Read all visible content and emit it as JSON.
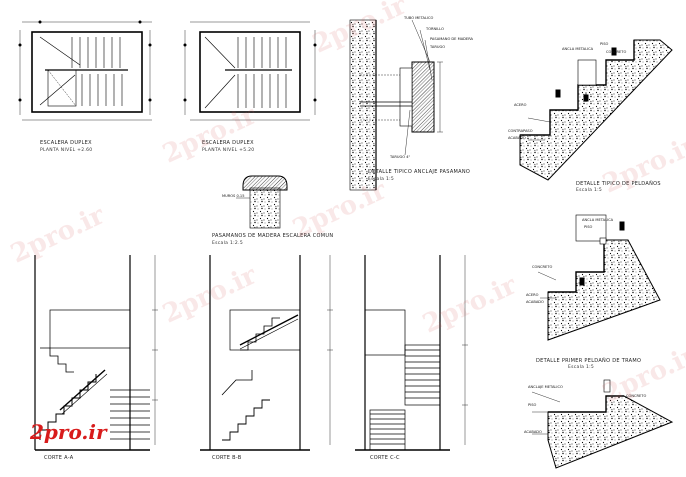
{
  "sheet": {
    "background": "#ffffff",
    "line_color": "#000000",
    "accent_color": "#d81b1b"
  },
  "plans": {
    "plan_1": {
      "title": "ESCALERA DUPLEX",
      "subtitle": "PLANTA NIVEL +2.60"
    },
    "plan_2": {
      "title": "ESCALERA DUPLEX",
      "subtitle": "PLANTA NIVEL +5.20"
    }
  },
  "details": {
    "handrail_anchor": {
      "title": "DETALLE TIPICO ANCLAJE PASAMANO",
      "scale": "Escala 1:5",
      "tags": [
        "TUBO METALICO",
        "TORNILLO",
        "PASAMANO DE MADERA",
        "TARUGO",
        "TARUGO 4\""
      ]
    },
    "wood_handrail": {
      "title": "PASAMANOS DE MADERA ESCALERA COMUN",
      "scale": "Escala 1:2.5",
      "tag": "MUROS 0.15"
    },
    "typical_steps": {
      "title": "DETALLE TIPICO DE PELDAÑOS",
      "scale": "Escala 1:5",
      "tags": [
        "ANCLA METALICA",
        "PISO",
        "CONCRETO",
        "ACERO",
        "CONTRAPASO",
        "ACABADO"
      ]
    },
    "first_step": {
      "title": "DETALLE PRIMER PELDAÑO DE TRAMO",
      "scale": "Escala 1:5",
      "tags": [
        "ANCLA METALICA",
        "PISO",
        "CONCRETO",
        "ACERO",
        "ACABADO"
      ]
    },
    "bottom_step": {
      "tags": [
        "ANCLAJE METALICO",
        "CONCRETO",
        "PISO",
        "ACABADO"
      ]
    }
  },
  "sections": {
    "a": {
      "title": "CORTE A-A"
    },
    "b": {
      "title": "CORTE B-B"
    },
    "c": {
      "title": "CORTE C-C"
    }
  },
  "watermark": {
    "text": "2pro.ir"
  },
  "logo": {
    "text": "2pro.ir"
  }
}
